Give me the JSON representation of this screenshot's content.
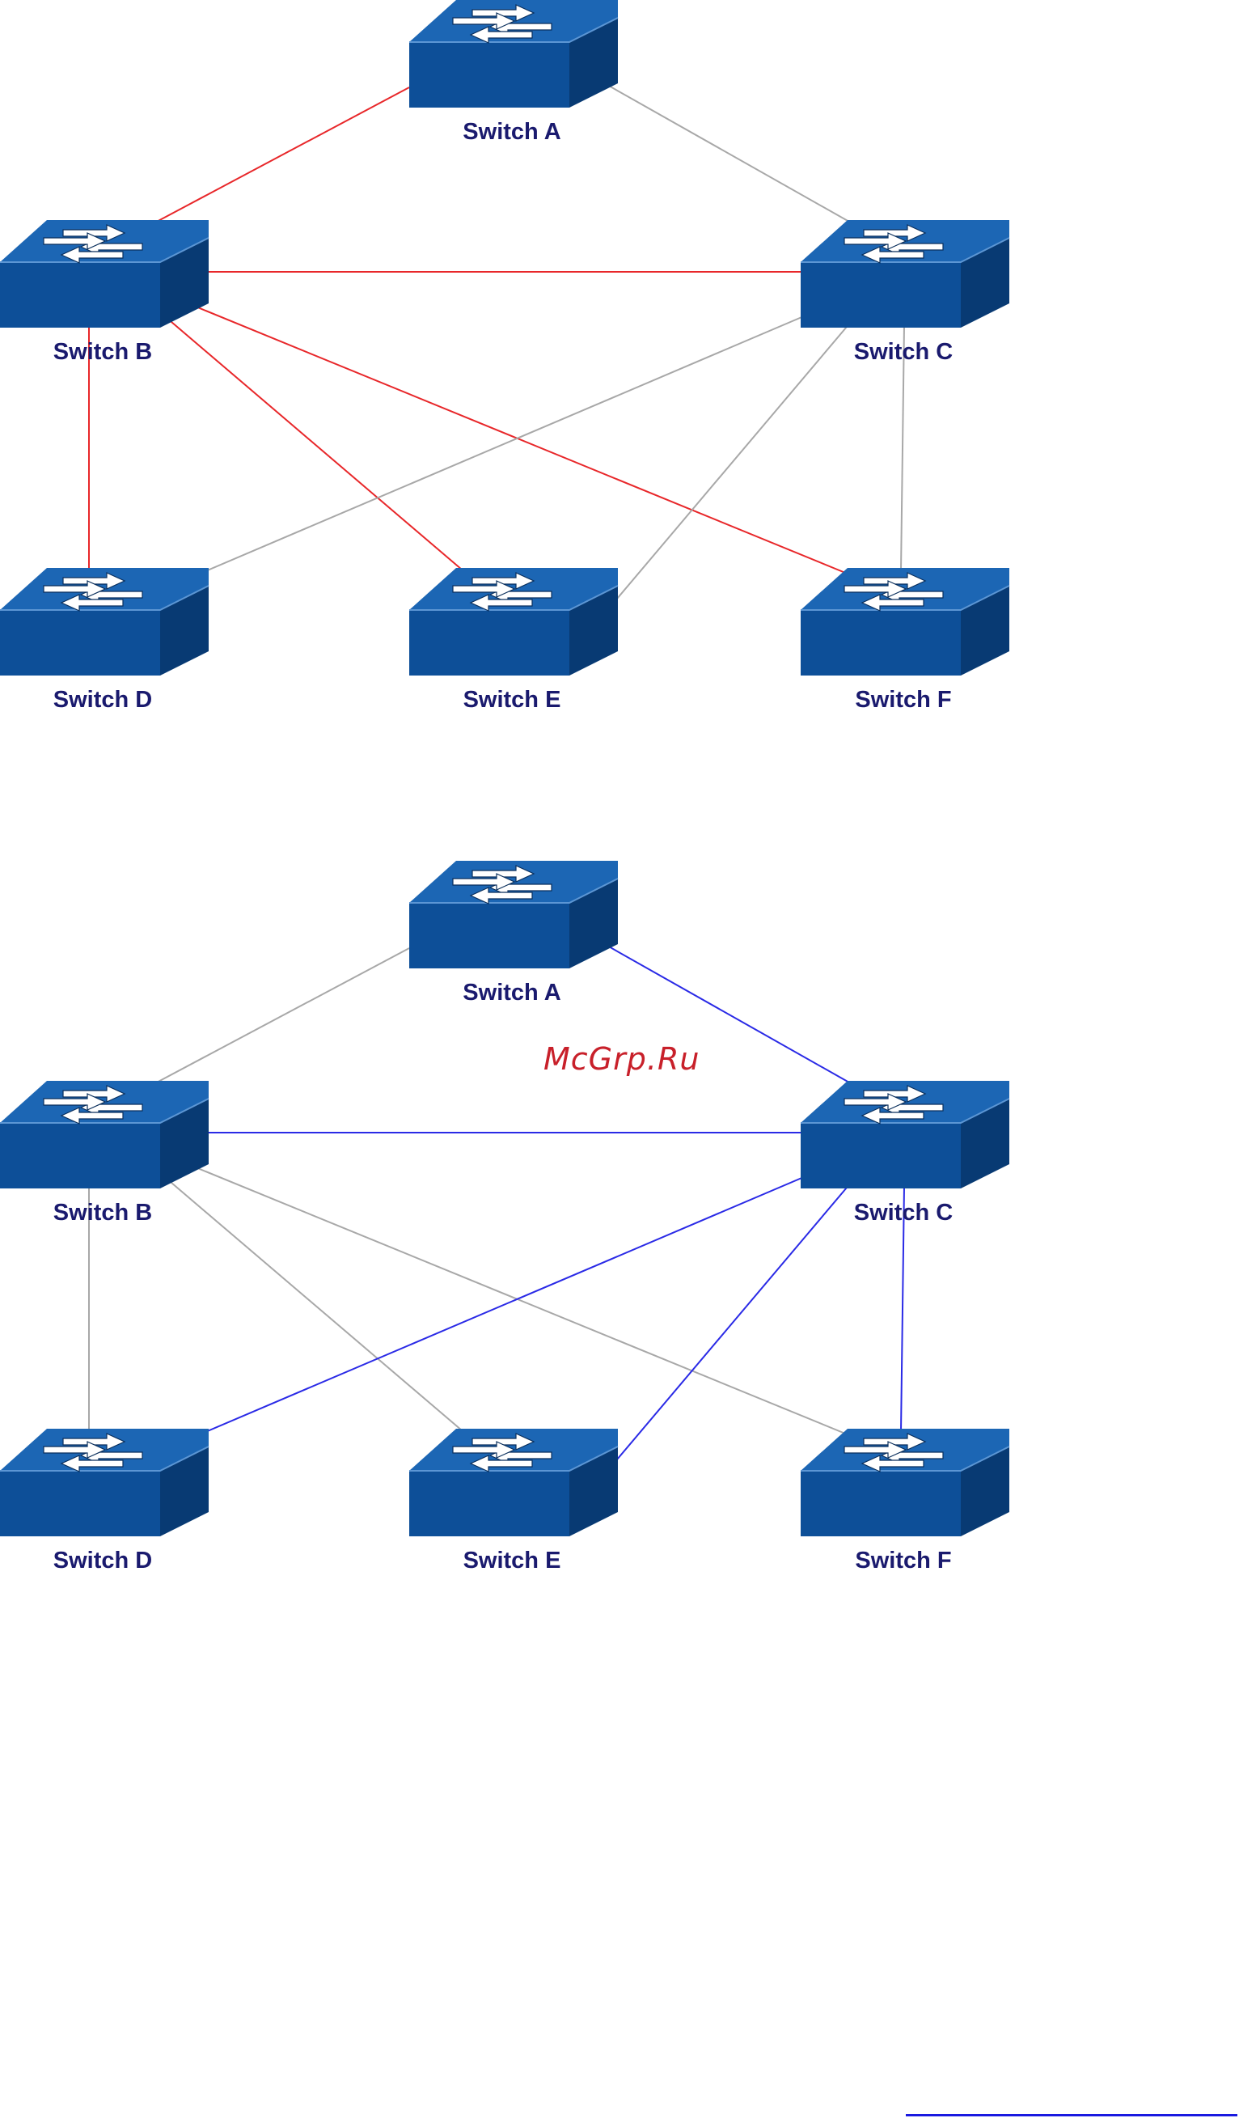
{
  "watermark": "McGrp.Ru",
  "colors": {
    "background": "#ffffff",
    "switch_top": "#1c66b4",
    "switch_front": "#0d4f98",
    "switch_side": "#083a73",
    "label_text": "#1a1a6e",
    "link_inactive": "#a8a8a8",
    "watermark": "#c8202a",
    "footer_rule": "#1a1ae0"
  },
  "diagrams": [
    {
      "name": "topology-1",
      "active_color": "#e8272a",
      "switches": [
        {
          "id": "A",
          "label": "Switch A"
        },
        {
          "id": "B",
          "label": "Switch B"
        },
        {
          "id": "C",
          "label": "Switch C"
        },
        {
          "id": "D",
          "label": "Switch D"
        },
        {
          "id": "E",
          "label": "Switch E"
        },
        {
          "id": "F",
          "label": "Switch F"
        }
      ],
      "links": [
        {
          "from": "A",
          "to": "B",
          "active": true
        },
        {
          "from": "A",
          "to": "C",
          "active": false
        },
        {
          "from": "B",
          "to": "C",
          "active": true
        },
        {
          "from": "B",
          "to": "D",
          "active": true
        },
        {
          "from": "B",
          "to": "E",
          "active": true
        },
        {
          "from": "B",
          "to": "F",
          "active": true
        },
        {
          "from": "C",
          "to": "D",
          "active": false
        },
        {
          "from": "C",
          "to": "E",
          "active": false
        },
        {
          "from": "C",
          "to": "F",
          "active": false
        }
      ]
    },
    {
      "name": "topology-2",
      "active_color": "#2a2ae6",
      "switches": [
        {
          "id": "A",
          "label": "Switch A"
        },
        {
          "id": "B",
          "label": "Switch B"
        },
        {
          "id": "C",
          "label": "Switch C"
        },
        {
          "id": "D",
          "label": "Switch D"
        },
        {
          "id": "E",
          "label": "Switch E"
        },
        {
          "id": "F",
          "label": "Switch F"
        }
      ],
      "links": [
        {
          "from": "A",
          "to": "B",
          "active": false
        },
        {
          "from": "A",
          "to": "C",
          "active": true
        },
        {
          "from": "B",
          "to": "C",
          "active": true
        },
        {
          "from": "B",
          "to": "D",
          "active": false
        },
        {
          "from": "B",
          "to": "E",
          "active": false
        },
        {
          "from": "B",
          "to": "F",
          "active": false
        },
        {
          "from": "C",
          "to": "D",
          "active": true
        },
        {
          "from": "C",
          "to": "E",
          "active": true
        },
        {
          "from": "C",
          "to": "F",
          "active": true
        }
      ]
    }
  ]
}
